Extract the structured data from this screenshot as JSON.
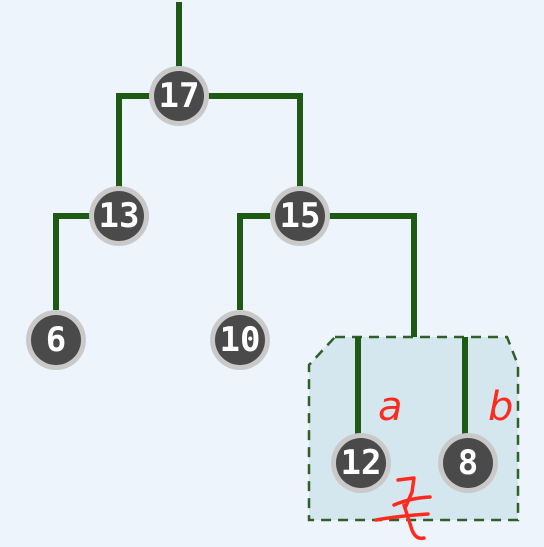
{
  "tree": {
    "nodes": [
      {
        "id": "n17",
        "label": "17"
      },
      {
        "id": "n13",
        "label": "13"
      },
      {
        "id": "n15",
        "label": "15"
      },
      {
        "id": "n6",
        "label": "6"
      },
      {
        "id": "n10",
        "label": "10"
      },
      {
        "id": "n12",
        "label": "12"
      },
      {
        "id": "n8",
        "label": "8"
      }
    ],
    "edges": [
      {
        "from": "n17",
        "to": "n13"
      },
      {
        "from": "n17",
        "to": "n15"
      },
      {
        "from": "n13",
        "to": "n6"
      },
      {
        "from": "n15",
        "to": "n10"
      },
      {
        "from": "n15",
        "to": "n12"
      },
      {
        "from": "n15",
        "to": "n8"
      }
    ]
  },
  "annotations": {
    "a": "a",
    "b": "b"
  },
  "colors": {
    "background": "#eef4fb",
    "edge": "#1f5a14",
    "node_fill": "#4a4a4a",
    "node_ring": "#c9c9c9",
    "node_text": "#ffffff",
    "region_fill": "#d4e6ee",
    "annotation": "#ff2a1f"
  }
}
